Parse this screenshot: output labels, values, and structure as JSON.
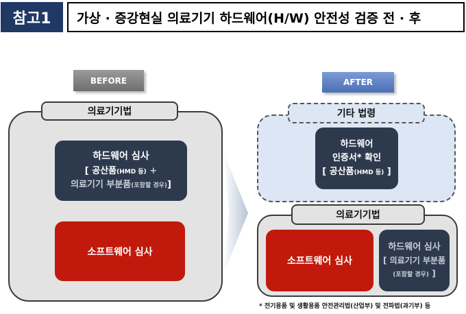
{
  "header": {
    "label": "참고1",
    "title": "가상 · 증강현실 의료기기 하드웨어(H/W) 안전성 검증 전 · 후"
  },
  "before": {
    "tag": "BEFORE",
    "law": "의료기기법",
    "hw_title": "하드웨어 심사",
    "hw_line1": "[ 공산품",
    "hw_line1_small": "(HMD 등)",
    "hw_plus": "+",
    "hw_line2": "의료기기 부분품",
    "hw_line2_small": "(포함할 경우)",
    "hw_close": "]",
    "sw": "소프트웨어 심사"
  },
  "after": {
    "tag": "AFTER",
    "other_law": "기타 법령",
    "cert_line1": "하드웨어",
    "cert_line2": "인증서* 확인",
    "cert_line3": "[ 공산품",
    "cert_line3_small": "(HMD 등)",
    "cert_close": "]",
    "law": "의료기기법",
    "sw": "소프트웨어 심사",
    "hw_title": "하드웨어 심사",
    "hw_line1": "[ 의료기기 부분품",
    "hw_line2_small": "(포함할 경우)",
    "hw_close": "]"
  },
  "footnote": "* 전기용품 및 생활용품 안전관리법(산업부) 및 전파법(과기부) 등"
}
